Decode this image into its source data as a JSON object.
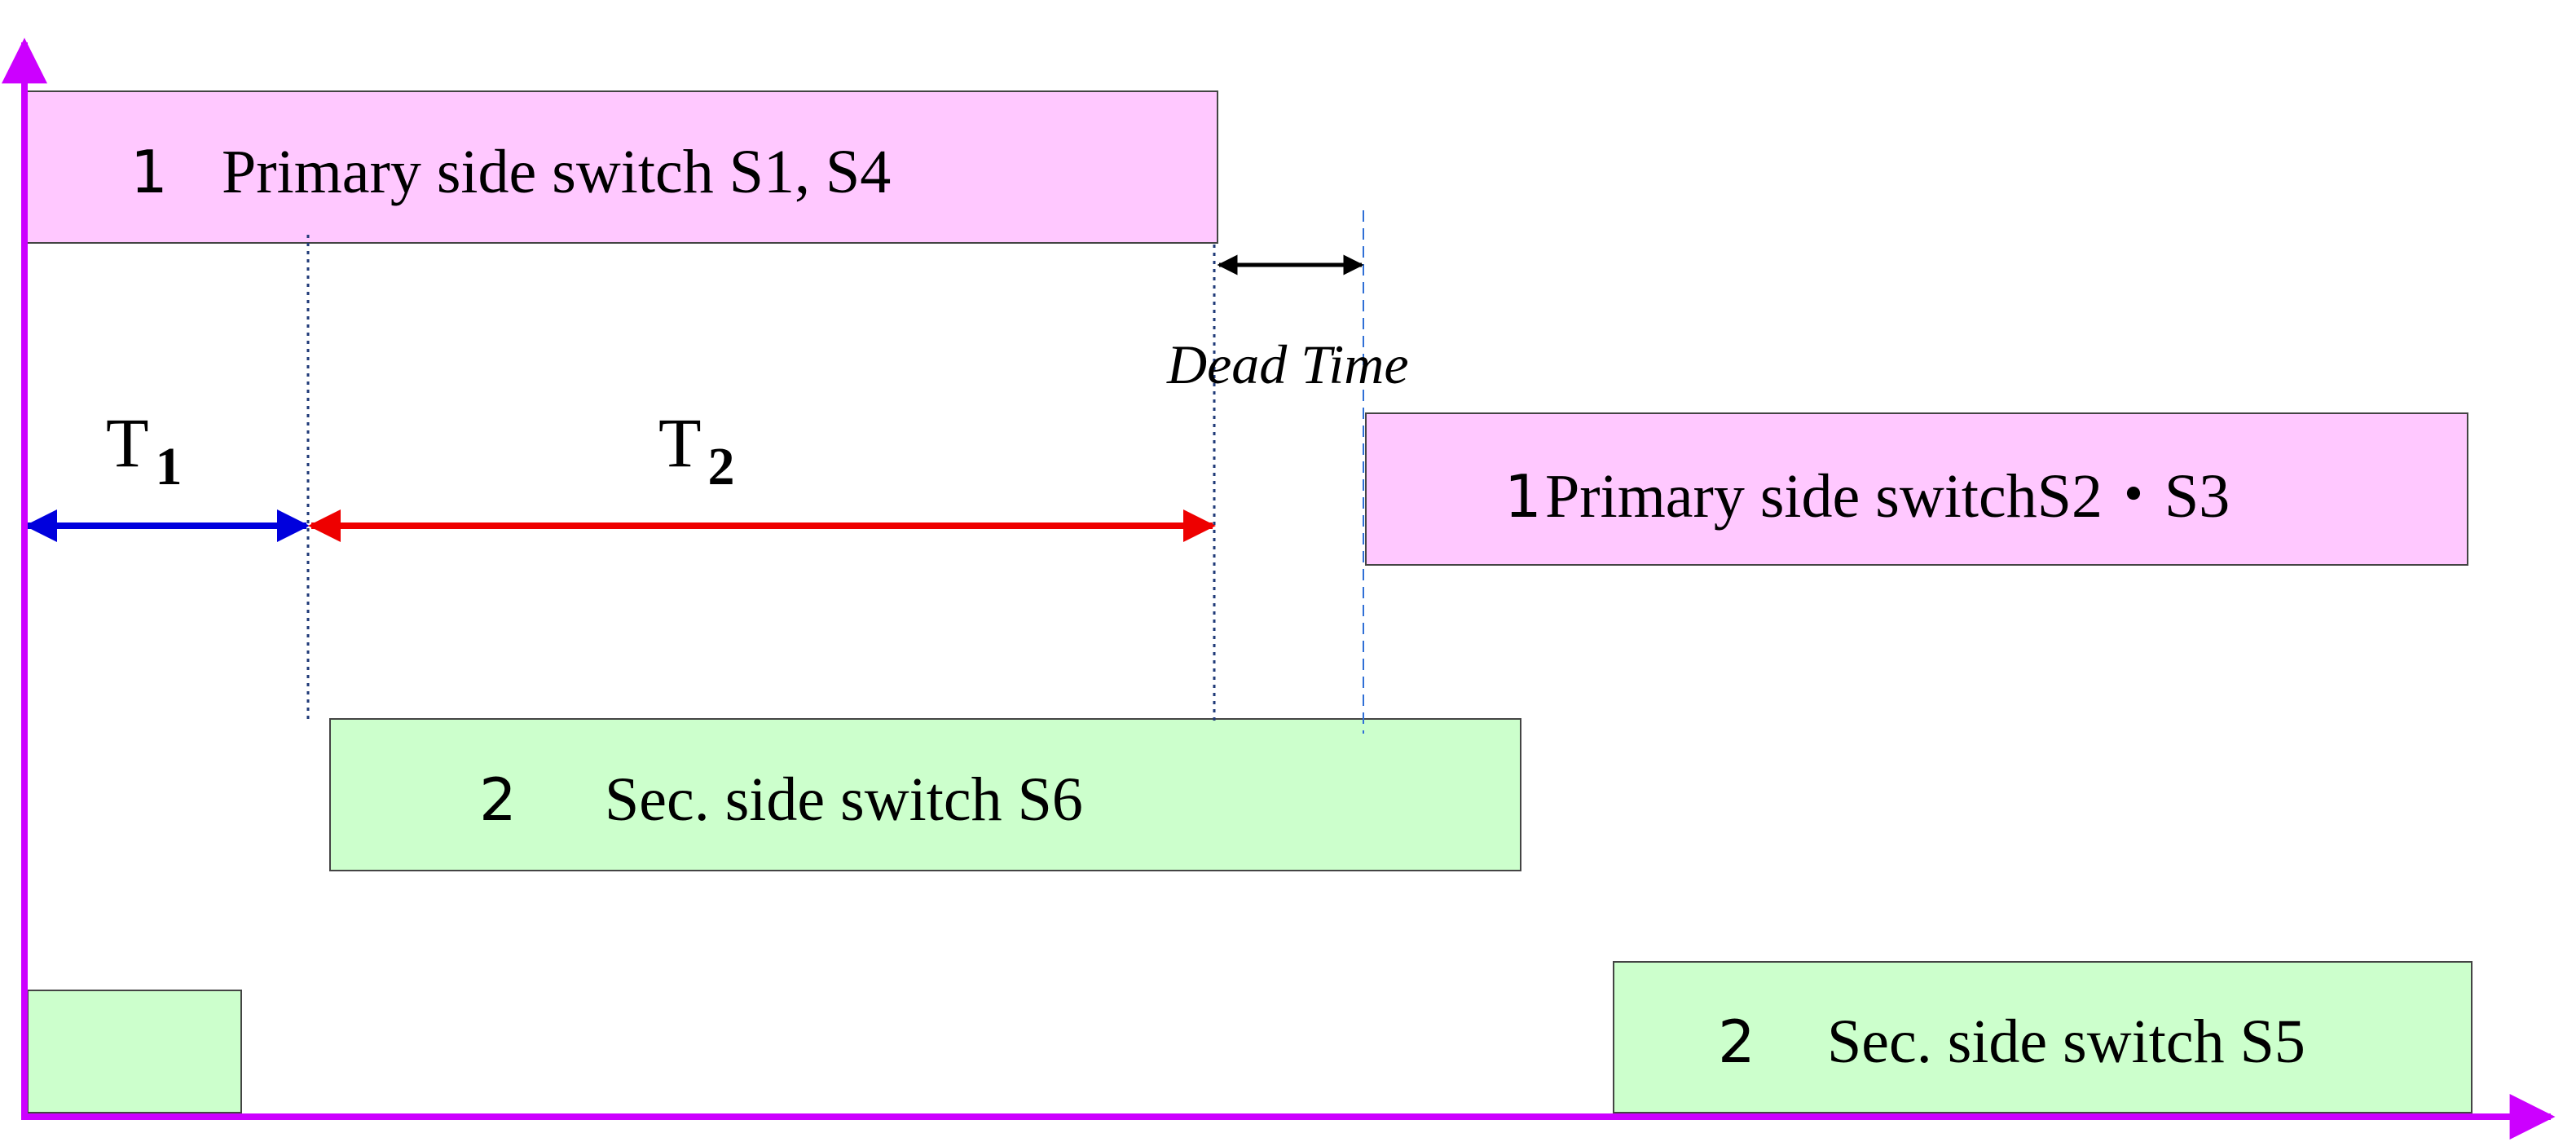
{
  "colors": {
    "axis": "#cc00ff",
    "primary_fill": "#ffc8ff",
    "secondary_fill": "#ccffcc",
    "t1_arrow": "#0000dd",
    "t2_arrow": "#ee0000",
    "dead_time_arrow": "#000000",
    "guide_dotted": "#1f3a78",
    "guide_dashed": "#2f6fd6"
  },
  "bars": [
    {
      "id": "primary-s1-s4",
      "number": "1",
      "text": "Primary side switch S1, S4"
    },
    {
      "id": "primary-s2-s3",
      "number": "1",
      "text": "Primary side switchS2・S3"
    },
    {
      "id": "secondary-s6",
      "number": "2",
      "text": "Sec. side switch S6"
    },
    {
      "id": "secondary-s5",
      "number": "2",
      "text": "Sec. side switch S5"
    }
  ],
  "intervals": {
    "t1": {
      "main": "T",
      "sub": "1"
    },
    "t2": {
      "main": "T",
      "sub": "2"
    },
    "dead_time": "Dead Time"
  }
}
